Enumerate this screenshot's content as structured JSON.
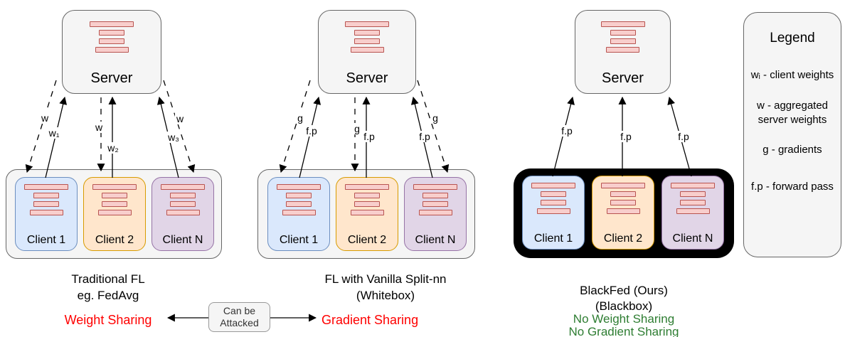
{
  "colors": {
    "red_text": "#ff0000",
    "green_text": "#2e7d32",
    "client_blue_fill": "#dae8fc",
    "client_blue_border": "#6c8ebf",
    "client_orange_fill": "#ffe6cc",
    "client_orange_border": "#d79b00",
    "client_purple_fill": "#e1d5e7",
    "client_purple_border": "#9673a6",
    "nn_bar_fill": "#f8cecc",
    "nn_bar_border": "#b85450",
    "box_gray_fill": "#f5f5f5",
    "box_gray_border": "#666666",
    "black_container": "#000000"
  },
  "panels": [
    {
      "server_label": "Server",
      "clients": [
        "Client 1",
        "Client 2",
        "Client N"
      ],
      "caption_line1": "Traditional FL",
      "caption_line2": "eg. FedAvg",
      "highlight": "Weight Sharing",
      "arrows": {
        "down_left": "w",
        "up_left": "w₁",
        "down_mid": "w",
        "up_mid": "w₂",
        "down_right": "w",
        "up_right": "w₃"
      }
    },
    {
      "server_label": "Server",
      "clients": [
        "Client 1",
        "Client 2",
        "Client N"
      ],
      "caption_line1": "FL with Vanilla Split-nn",
      "caption_line2": "(Whitebox)",
      "highlight": "Gradient Sharing",
      "arrows": {
        "down_left": "g",
        "up_left": "f.p",
        "down_mid": "g",
        "up_mid": "f.p",
        "down_right": "g",
        "up_right": "f.p"
      }
    },
    {
      "server_label": "Server",
      "clients": [
        "Client 1",
        "Client 2",
        "Client N"
      ],
      "caption_line1": "BlackFed (Ours)",
      "caption_line2": "(Blackbox)",
      "highlight_line1": "No Weight Sharing",
      "highlight_line2": "No Gradient Sharing",
      "arrows": {
        "up_left": "f.p",
        "up_mid": "f.p",
        "up_right": "f.p"
      }
    }
  ],
  "attack_box": {
    "line1": "Can be",
    "line2": "Attacked"
  },
  "legend": {
    "title": "Legend",
    "items": [
      "wᵢ - client weights",
      "w - aggregated\nserver weights",
      "g - gradients",
      "f.p - forward pass"
    ]
  }
}
